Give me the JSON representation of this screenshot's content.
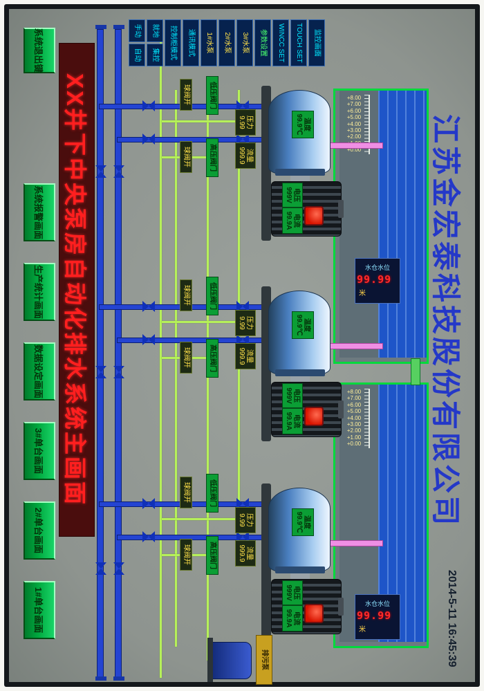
{
  "company": "江苏金宏泰科技股份有限公司",
  "datetime": "2014-5-11 16:45:39",
  "title": "XX井下中央泵房自动化排水系统主画面",
  "nav_buttons": [
    "系统退出键",
    "系统报警画面",
    "生产统计画面",
    "数据设定画面",
    "3#单台画面",
    "2#单台画面",
    "1#单台画面"
  ],
  "mode_panel": {
    "singles": [
      "监控画面",
      "TOUCH SET",
      "WINCC SET",
      "参数设置",
      "3#水泵",
      "2#水泵",
      "1#水泵",
      "通讯模式",
      "控制柜模式"
    ],
    "pairs": [
      "就地",
      "集控",
      "手动",
      "自动"
    ]
  },
  "tanks": [
    {
      "scale": [
        "+8.00",
        "+7.00",
        "+6.00",
        "+5.00",
        "+4.00",
        "+3.00",
        "+2.00",
        "+1.00",
        "+0.00"
      ],
      "level_label": "水仓水位",
      "level_value": "99.99",
      "level_unit": "米"
    },
    {
      "scale": [
        "+8.00",
        "+7.00",
        "+6.00",
        "+5.00",
        "+4.00",
        "+3.00",
        "+2.00",
        "+1.00",
        "+0.00"
      ],
      "level_label": "水仓水位",
      "level_value": "99.99",
      "level_unit": "米"
    }
  ],
  "pumps": [
    {
      "temp_label": "温度",
      "temp_value": "99.9℃",
      "volt_label": "电压",
      "volt_value": "999V",
      "amp_label": "电流",
      "amp_value": "99.9A",
      "press_label": "压力",
      "press_value": "9.99",
      "flow_label": "流量",
      "flow_value": "999.9",
      "lp_valve": "低压阀门",
      "hp_valve": "高压阀门",
      "ball_valve_a": "球阀开",
      "ball_valve_b": "球阀开"
    },
    {
      "temp_label": "温度",
      "temp_value": "99.9℃",
      "volt_label": "电压",
      "volt_value": "999V",
      "amp_label": "电流",
      "amp_value": "99.9A",
      "press_label": "压力",
      "press_value": "9.99",
      "flow_label": "流量",
      "flow_value": "999.9",
      "lp_valve": "低压阀门",
      "hp_valve": "高压阀门",
      "ball_valve_a": "球阀开",
      "ball_valve_b": "球阀开"
    },
    {
      "temp_label": "温度",
      "temp_value": "99.9℃",
      "volt_label": "电压",
      "volt_value": "999V",
      "amp_label": "电流",
      "amp_value": "99.9A",
      "press_label": "压力",
      "press_value": "9.99",
      "flow_label": "流量",
      "flow_value": "999.9",
      "lp_valve": "低压阀门",
      "hp_valve": "高压阀门",
      "ball_valve_a": "球阀开",
      "ball_valve_b": "球阀开"
    }
  ],
  "aux_pump_label": "排污泵",
  "colors": {
    "button_green": "#00a83e",
    "alarm_red": "#ff2a2a",
    "pipe_blue": "#2444d2",
    "pipe_pink": "#ef8fe4",
    "pipe_green": "#b6f05a",
    "tank_green": "#00d93c",
    "company_blue": "#2438c8",
    "title_red": "#ff1f1f"
  }
}
